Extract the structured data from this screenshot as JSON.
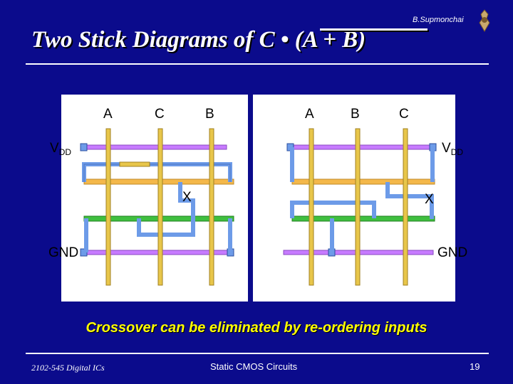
{
  "header": {
    "author": "B.Supmonchai",
    "title_prefix": "Two Stick Diagrams of",
    "title_expr": "C • (A + B)"
  },
  "colors": {
    "background": "#0b0b8c",
    "poly": "#e8c64a",
    "metal": "#c77bff",
    "diffusion_p": "#f4b84a",
    "diffusion_n": "#3fbf3f",
    "contact_wire": "#6d9be8"
  },
  "diagram_left": {
    "inputs": [
      "A",
      "C",
      "B"
    ],
    "vdd": "V",
    "vdd_sub": "DD",
    "out": "X",
    "gnd": "GND"
  },
  "diagram_right": {
    "inputs": [
      "A",
      "B",
      "C"
    ],
    "vdd": "V",
    "vdd_sub": "DD",
    "out": "X",
    "gnd": "GND"
  },
  "caption": "Crossover can be eliminated by re-ordering inputs",
  "footer": {
    "course": "2102-545 Digital ICs",
    "topic": "Static CMOS Circuits",
    "page": "19"
  }
}
